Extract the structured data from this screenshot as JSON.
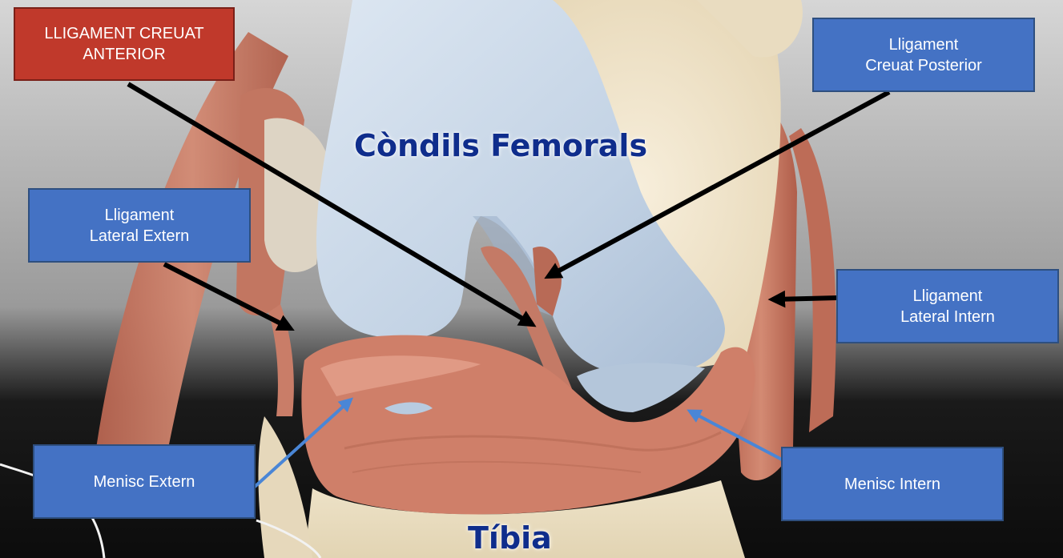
{
  "labels": {
    "acl": "LLIGAMENT CREUAT\nANTERIOR",
    "pcl": "Lligament\nCreuat Posterior",
    "lcl": "Lligament\nLateral Extern",
    "mcl": "Lligament\nLateral Intern",
    "lateral_meniscus": "Menisc Extern",
    "medial_meniscus": "Menisc Intern",
    "femoral_condyles": "Còndils Femorals",
    "tibia": "Tíbia"
  },
  "colors": {
    "label_blue": "#4472c4",
    "label_red": "#c0392b",
    "title_text": "#0f2d8c",
    "black_arrow": "#000000",
    "blue_arrow": "#4a86d6",
    "femur_cartilage": "#c8d6e6",
    "bone": "#f1e6cc",
    "muscle": "#c97a63"
  },
  "icons": {
    "acl_arrow": "arrow-black",
    "pcl_arrow": "arrow-black",
    "lcl_arrow": "arrow-black",
    "mcl_arrow": "arrow-black",
    "lateral_meniscus_arrow": "arrow-blue",
    "medial_meniscus_arrow": "arrow-blue"
  }
}
